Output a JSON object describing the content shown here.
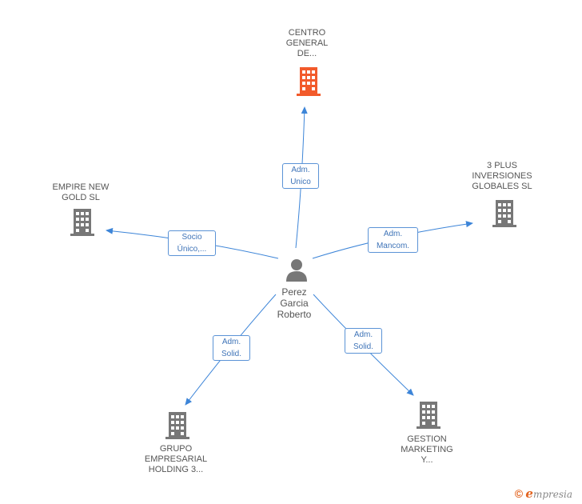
{
  "center": {
    "name_lines": [
      "Perez",
      "Garcia",
      "Roberto"
    ]
  },
  "companies": [
    {
      "id": "centro",
      "lines": [
        "CENTRO",
        "GENERAL",
        "DE..."
      ],
      "color": "#f25a2b"
    },
    {
      "id": "plus3",
      "lines": [
        "3 PLUS",
        "INVERSIONES",
        "GLOBALES SL"
      ],
      "color": "#777777"
    },
    {
      "id": "empire",
      "lines": [
        "EMPIRE NEW",
        "GOLD SL"
      ],
      "color": "#777777"
    },
    {
      "id": "grupo",
      "lines": [
        "GRUPO",
        "EMPRESARIAL",
        "HOLDING 3..."
      ],
      "color": "#777777"
    },
    {
      "id": "gestion",
      "lines": [
        "GESTION",
        "MARKETING",
        "Y..."
      ],
      "color": "#777777"
    }
  ],
  "relations": [
    {
      "to": "centro",
      "lines": [
        "Adm.",
        "Unico"
      ]
    },
    {
      "to": "plus3",
      "lines": [
        "Adm.",
        "Mancom."
      ]
    },
    {
      "to": "empire",
      "lines": [
        "Socio",
        "Único,..."
      ]
    },
    {
      "to": "grupo",
      "lines": [
        "Adm.",
        "Solid."
      ]
    },
    {
      "to": "gestion",
      "lines": [
        "Adm.",
        "Solid."
      ]
    }
  ],
  "footer": {
    "copyright": "©",
    "brand_initial": "e",
    "brand_rest": "mpresia"
  },
  "colors": {
    "edge": "#3d85d8",
    "accent": "#f25a2b",
    "building": "#777777"
  }
}
